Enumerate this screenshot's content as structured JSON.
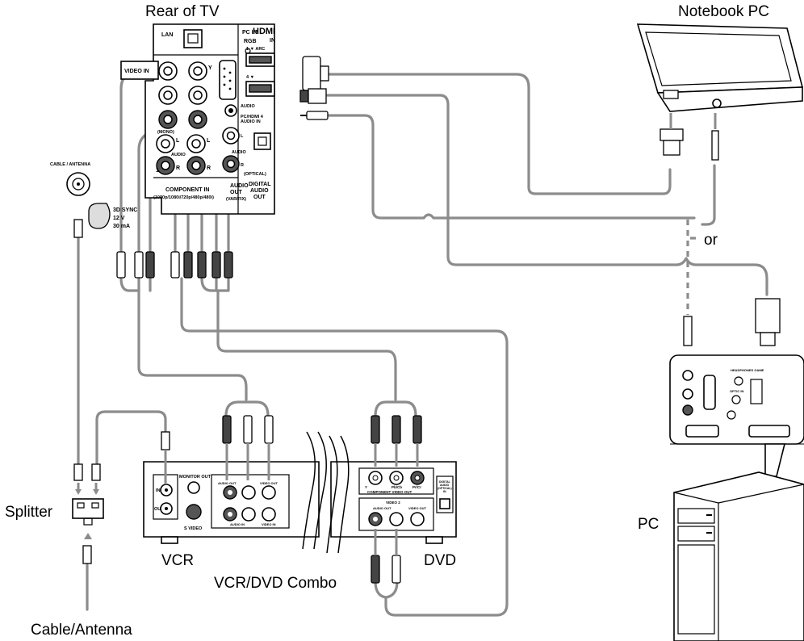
{
  "labels": {
    "rear_of_tv": "Rear of TV",
    "notebook_pc": "Notebook PC",
    "splitter": "Splitter",
    "cable_antenna": "Cable/Antenna",
    "vcr": "VCR",
    "vcr_dvd_combo": "VCR/DVD Combo",
    "dvd": "DVD",
    "pc": "PC",
    "or": "or"
  },
  "tv_panel": {
    "lan": "LAN",
    "pc_in": "PC IN",
    "rgb": "RGB",
    "hdmi": "HDMI",
    "hdmi_in": "IN",
    "hdmi_1_arc": "1 ▼ ARC",
    "hdmi_4": "4 ▼",
    "video_in": "VIDEO IN",
    "y": "Y",
    "audio_label": "AUDIO",
    "pc_hdmi4_audio_in": "PC/HDMI 4\nAUDIO IN",
    "mono": "(MONO)",
    "audio_mid": "AUDIO",
    "l": "L",
    "r": "R",
    "one": "1",
    "component_in": "COMPONENT IN",
    "component_res": "(1080p/1080i/720p/480p/480i)",
    "audio_out": "AUDIO\nOUT\n(VAR/FIX)",
    "optical": "(OPTICAL)",
    "digital_audio_out": "DIGITAL\nAUDIO\nOUT",
    "cable_antenna_port": "CABLE / ANTENNA",
    "sync_3d": "3D SYNC",
    "sync_v": "12 V",
    "sync_ma": "30 mA"
  },
  "vcr_panel": {
    "in": "IN",
    "out": "OUT",
    "monitor_out": "MONITOR OUT",
    "s_video": "S VIDEO",
    "audio_in": "AUDIO IN",
    "video_in": "VIDEO IN",
    "video_out": "VIDEO OUT",
    "audio_out": "AUDIO OUT"
  },
  "dvd_panel": {
    "component_video_out": "COMPONENT VIDEO OUT",
    "y": "Y",
    "pb_cb": "Pb/Cb",
    "pr_cr": "Pr/Cr",
    "video_2": "VIDEO 2",
    "audio_out": "AUDIO OUT",
    "video_out": "VIDEO OUT",
    "digital_audio_optical_in": "DIGITAL\nAUDIO\n(OPTICAL)\nIN"
  },
  "pc_panel": {
    "headphones_game": "HEADPHONES GAME",
    "optic_in": "OPTIC IN"
  },
  "colors": {
    "cable": "#8c8c8c",
    "outline": "#000000",
    "jack_dark": "#555555"
  }
}
